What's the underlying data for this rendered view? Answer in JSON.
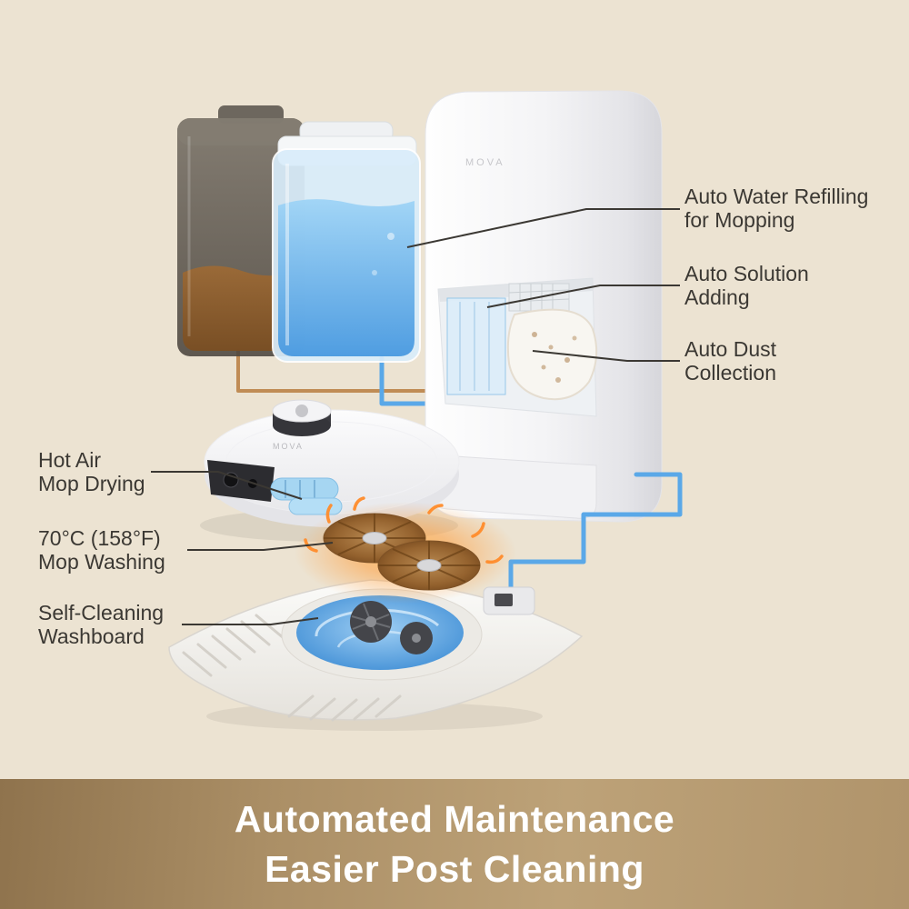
{
  "page": {
    "background_color": "#ece3d2"
  },
  "brand": "MOVA",
  "callouts": {
    "text_color": "#3b3833",
    "line_color": "#3b3833",
    "right": [
      {
        "id": "auto-water-refilling",
        "line1": "Auto Water Refilling",
        "line2": "for Mopping"
      },
      {
        "id": "auto-solution-adding",
        "line1": "Auto Solution",
        "line2": "Adding"
      },
      {
        "id": "auto-dust-collection",
        "line1": "Auto Dust",
        "line2": "Collection"
      }
    ],
    "left": [
      {
        "id": "hot-air-mop-drying",
        "line1": "Hot Air",
        "line2": "Mop Drying"
      },
      {
        "id": "mop-washing",
        "line1": "70°C (158°F)",
        "line2": "Mop Washing"
      },
      {
        "id": "self-cleaning-washboard",
        "line1": "Self-Cleaning",
        "line2": "Washboard"
      }
    ]
  },
  "banner": {
    "line1": "Automated Maintenance",
    "line2": "Easier Post Cleaning",
    "text_color": "#ffffff",
    "gradient_start": "#8f734d",
    "gradient_end": "#b0946b"
  },
  "illustration": {
    "accent_blue": "#5aa8e8",
    "solution_tube_color": "#c08c55",
    "glow_orange": "#ffa040",
    "mop_pad_brown": "#95632f",
    "tank_water_blue": "#4899e0"
  }
}
